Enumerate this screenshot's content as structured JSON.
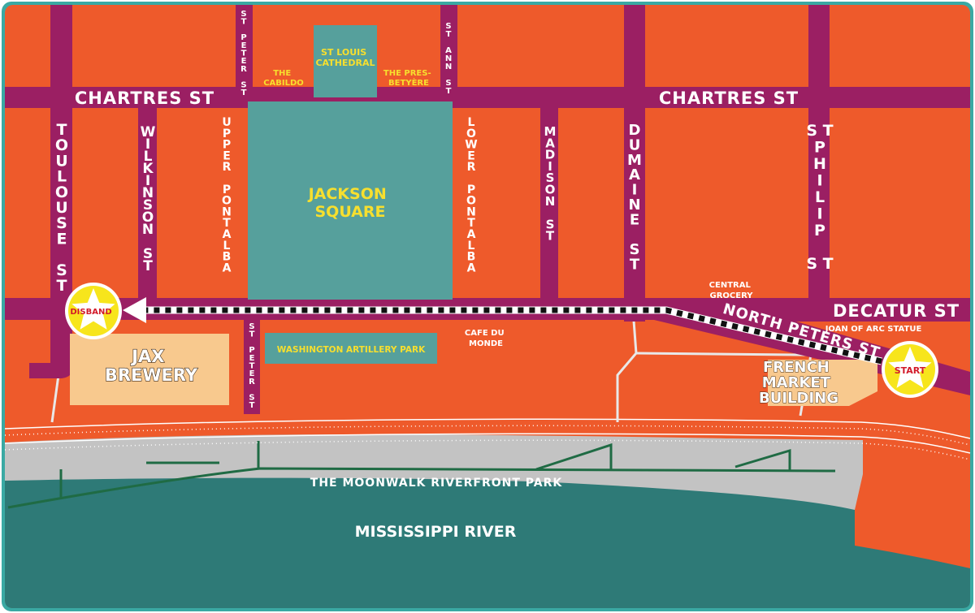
{
  "colors": {
    "land": "#ee5a2b",
    "street": "#9b1f63",
    "plaza": "#56a09c",
    "building": "#f8c98e",
    "river": "#2e7a77",
    "park": "#c3c3c3",
    "frame": "#3aa9a3",
    "label_yellow": "#f7df2e",
    "marker_yellow": "#f7e51c",
    "marker_text": "#d21b2a"
  },
  "streets": {
    "chartres_left": "CHARTRES ST",
    "chartres_right": "CHARTRES ST",
    "decatur": "DECATUR ST",
    "north_peters": "NORTH PETERS ST",
    "toulouse": [
      "T",
      "O",
      "U",
      "L",
      "O",
      "U",
      "S",
      "E",
      "",
      "S",
      "T"
    ],
    "wilkinson": [
      "W",
      "I",
      "L",
      "K",
      "I",
      "N",
      "S",
      "O",
      "N",
      "",
      "S",
      "T"
    ],
    "upper_pontalba": [
      "U",
      "P",
      "P",
      "E",
      "R",
      "",
      "P",
      "O",
      "N",
      "T",
      "A",
      "L",
      "B",
      "A"
    ],
    "lower_pontalba": [
      "L",
      "O",
      "W",
      "E",
      "R",
      "",
      "P",
      "O",
      "N",
      "T",
      "A",
      "L",
      "B",
      "A"
    ],
    "madison": [
      "M",
      "A",
      "D",
      "I",
      "S",
      "O",
      "N",
      "",
      "S",
      "T"
    ],
    "dumaine": [
      "D",
      "U",
      "M",
      "A",
      "I",
      "N",
      "E",
      "",
      "S",
      "T"
    ],
    "st_philip_lines": [
      "S T",
      "P",
      "H",
      "I",
      "L",
      "I",
      "P",
      "",
      "S T"
    ],
    "st_peter_top": [
      "S",
      "T",
      "",
      "P",
      "E",
      "T",
      "E",
      "R",
      "",
      "S",
      "T"
    ],
    "st_peter_bottom": [
      "S",
      "T",
      "",
      "P",
      "E",
      "T",
      "E",
      "R",
      "",
      "S",
      "T"
    ],
    "st_ann": [
      "S",
      "T",
      "",
      "A",
      "N",
      "N",
      "",
      "S",
      "T"
    ]
  },
  "places": {
    "cathedral": [
      "ST LOUIS",
      "CATHEDRAL"
    ],
    "cabildo": [
      "THE",
      "CABILDO"
    ],
    "presbytere": [
      "THE PRES-",
      "BETYÈRE"
    ],
    "jackson_square": [
      "JACKSON",
      "SQUARE"
    ],
    "jax_brewery": [
      "JAX",
      "BREWERY"
    ],
    "washington_artillery_park": "WASHINGTON ARTILLERY PARK",
    "cafe_du_monde": [
      "CAFE DU",
      "MONDE"
    ],
    "central_grocery": [
      "CENTRAL",
      "GROCERY"
    ],
    "joan_of_arc": "JOAN OF ARC STATUE",
    "french_market": [
      "FRENCH",
      "MARKET",
      "BUILDING"
    ],
    "moonwalk": "THE MOONWALK RIVERFRONT PARK",
    "river": "MISSISSIPPI RIVER"
  },
  "markers": {
    "start": "START",
    "end": "DISBAND"
  }
}
